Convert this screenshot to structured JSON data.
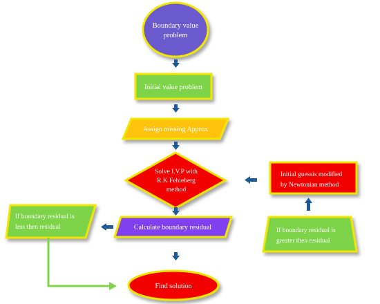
{
  "nodes": {
    "start": {
      "line1": "Boundary value",
      "line2": "problem",
      "fill": "#6A5ACD",
      "border": "#F2E600"
    },
    "initial_value": {
      "text": "Initial value problem",
      "fill": "#7ED44A",
      "border": "#F2E600"
    },
    "assign": {
      "text": "Assign missing Approx",
      "fill": "#FFC20E",
      "border": "#F2E600"
    },
    "solve": {
      "line1": "Solve I.V.P  with",
      "line2": "R.K Fehieberg",
      "line3": "method",
      "fill": "#F20000",
      "border": "#F2E600"
    },
    "calculate": {
      "text": "Calculate boundary residual",
      "fill": "#8040F0",
      "border": "#F2E600"
    },
    "find": {
      "text": "Find solution",
      "fill": "#F20000",
      "border": "#F2E600"
    },
    "less": {
      "line1": "If boundary residual is",
      "line2": "less then residual",
      "fill": "#7ED44A",
      "border": "#F2E600"
    },
    "greater": {
      "line1": "If boundary residual is",
      "line2": "greater then residual",
      "fill": "#7ED44A",
      "border": "#F2E600"
    },
    "modified": {
      "line1": "Initial  guessis modified",
      "line2": "by Newtonian method",
      "fill": "#F20000",
      "border": "#F2E600"
    }
  },
  "colors": {
    "arrow": "#1F5A96",
    "connector": "#7ED44A"
  }
}
